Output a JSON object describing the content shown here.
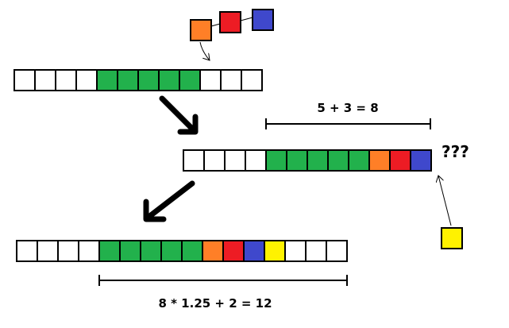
{
  "colors": {
    "empty": "#ffffff",
    "green": "#22b14c",
    "orange": "#ff7f27",
    "red": "#ed1c24",
    "blue": "#3f48cc",
    "yellow": "#fff200",
    "stroke": "#000000"
  },
  "top_blocks": [
    "orange",
    "red",
    "blue"
  ],
  "new_block": "yellow",
  "arrays": [
    {
      "cells": [
        "empty",
        "empty",
        "empty",
        "empty",
        "green",
        "green",
        "green",
        "green",
        "green",
        "empty",
        "empty",
        "empty"
      ]
    },
    {
      "cells": [
        "empty",
        "empty",
        "empty",
        "empty",
        "green",
        "green",
        "green",
        "green",
        "green",
        "orange",
        "red",
        "blue"
      ]
    },
    {
      "cells": [
        "empty",
        "empty",
        "empty",
        "empty",
        "green",
        "green",
        "green",
        "green",
        "green",
        "orange",
        "red",
        "blue",
        "yellow",
        "empty",
        "empty",
        "empty"
      ]
    }
  ],
  "labels": {
    "first_span": "5 + 3 = 8",
    "question": "???",
    "second_span": "8 * 1.25 + 2 = 12"
  }
}
